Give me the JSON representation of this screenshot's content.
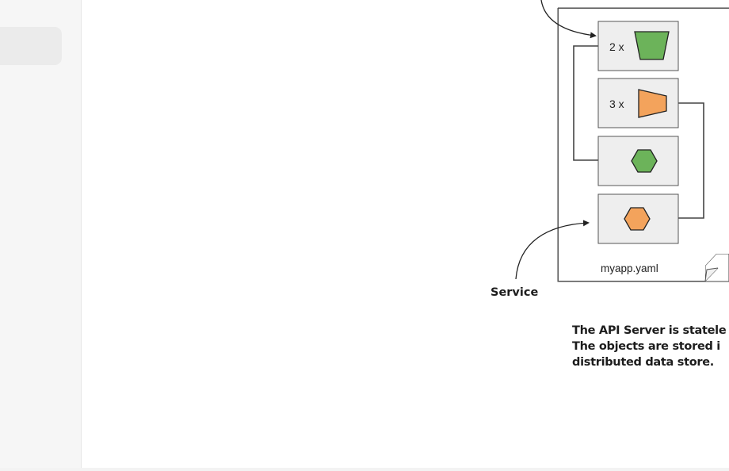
{
  "diagram": {
    "rows": [
      {
        "multiplier": "2 x",
        "icon": "green-bucket-icon",
        "color": "#6cb35a"
      },
      {
        "multiplier": "3 x",
        "icon": "orange-bucket-icon",
        "color": "#f3a35c"
      },
      {
        "multiplier": "",
        "icon": "green-hexagon-icon",
        "color": "#6cb35a"
      },
      {
        "multiplier": "",
        "icon": "orange-hexagon-icon",
        "color": "#f3a35c"
      }
    ],
    "file_label": "myapp.yaml",
    "service_label": "Service",
    "caption_lines": [
      "The API Server is statele",
      "The objects are stored i",
      "distributed data store."
    ]
  }
}
